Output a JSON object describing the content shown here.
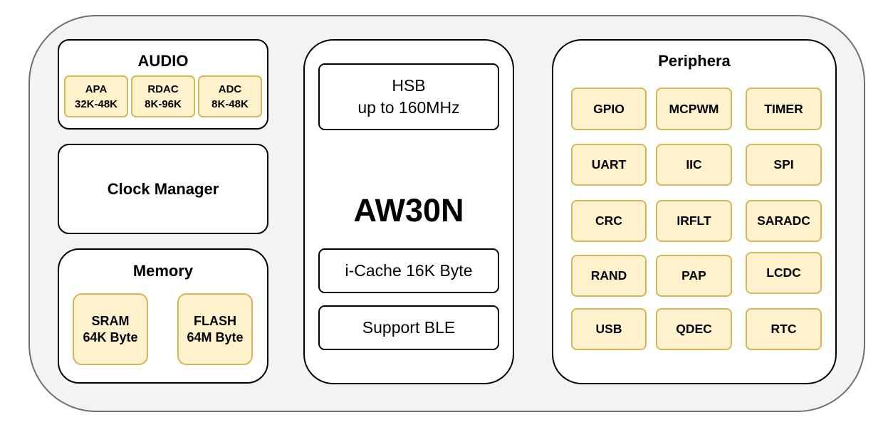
{
  "audio": {
    "title": "AUDIO",
    "items": [
      {
        "line1": "APA",
        "line2": "32K-48K"
      },
      {
        "line1": "RDAC",
        "line2": "8K-96K"
      },
      {
        "line1": "ADC",
        "line2": "8K-48K"
      }
    ]
  },
  "clock": {
    "label": "Clock Manager"
  },
  "memory": {
    "title": "Memory",
    "items": [
      {
        "line1": "SRAM",
        "line2": "64K Byte"
      },
      {
        "line1": "FLASH",
        "line2": "64M Byte"
      }
    ]
  },
  "core": {
    "hsb_line1": "HSB",
    "hsb_line2": "up to 160MHz",
    "chip_name": "AW30N",
    "cache": "i-Cache 16K Byte",
    "ble": "Support BLE"
  },
  "peripheral": {
    "title": "Periphera",
    "items": [
      "GPIO",
      "MCPWM",
      "TIMER",
      "UART",
      "IIC",
      "SPI",
      "CRC",
      "IRFLT",
      "SARADC",
      "RAND",
      "PAP",
      "LCDC",
      "USB",
      "QDEC",
      "RTC"
    ]
  },
  "colors": {
    "chip_fill": "#fff2cc",
    "chip_border": "#d6b656",
    "outer_fill": "#f3f3f3",
    "outer_border": "#6f6f6f"
  }
}
